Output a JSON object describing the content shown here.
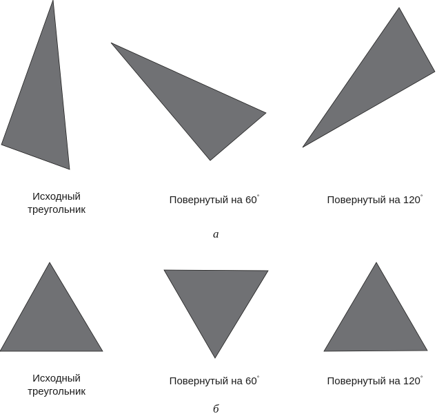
{
  "panels": {
    "a": {
      "label": "а",
      "captions": {
        "original_line1": "Исходный",
        "original_line2": "треугольник",
        "rot60_text": "Повернутый на 60",
        "rot120_text": "Повернутый на 120",
        "degree_mark": "°"
      }
    },
    "b": {
      "label": "б",
      "captions": {
        "original_line1": "Исходный",
        "original_line2": "треугольник",
        "rot60_text": "Повернутый на 60",
        "rot120_text": "Повернутый на 120",
        "degree_mark": "°"
      }
    }
  },
  "colors": {
    "triangle_fill": "#707174",
    "triangle_stroke": "#1f1f1f"
  }
}
